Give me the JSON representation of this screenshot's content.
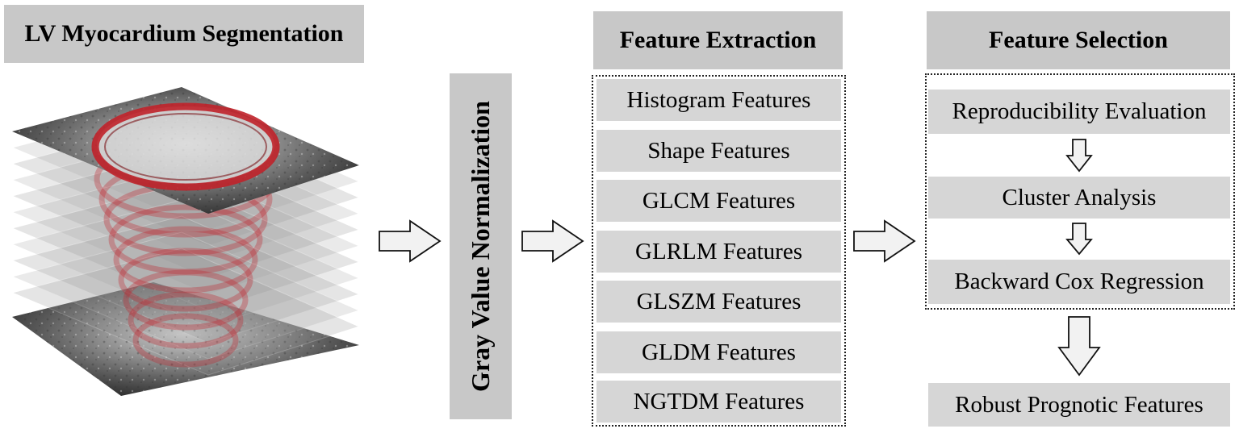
{
  "segmentation": {
    "title": "LV Myocardium Segmentation"
  },
  "normalization": {
    "label": "Gray Value Normalization"
  },
  "extraction": {
    "title": "Feature Extraction",
    "items": [
      "Histogram Features",
      "Shape Features",
      "GLCM Features",
      "GLRLM Features",
      "GLSZM Features",
      "GLDM Features",
      "NGTDM Features"
    ]
  },
  "selection": {
    "title": "Feature Selection",
    "steps": [
      "Reproducibility Evaluation",
      "Cluster Analysis",
      "Backward Cox Regression"
    ]
  },
  "output": {
    "label": "Robust Prognotic Features"
  },
  "colors": {
    "box": "#d6d6d6",
    "header": "#c8c8c8",
    "contour": "#c0222a"
  }
}
